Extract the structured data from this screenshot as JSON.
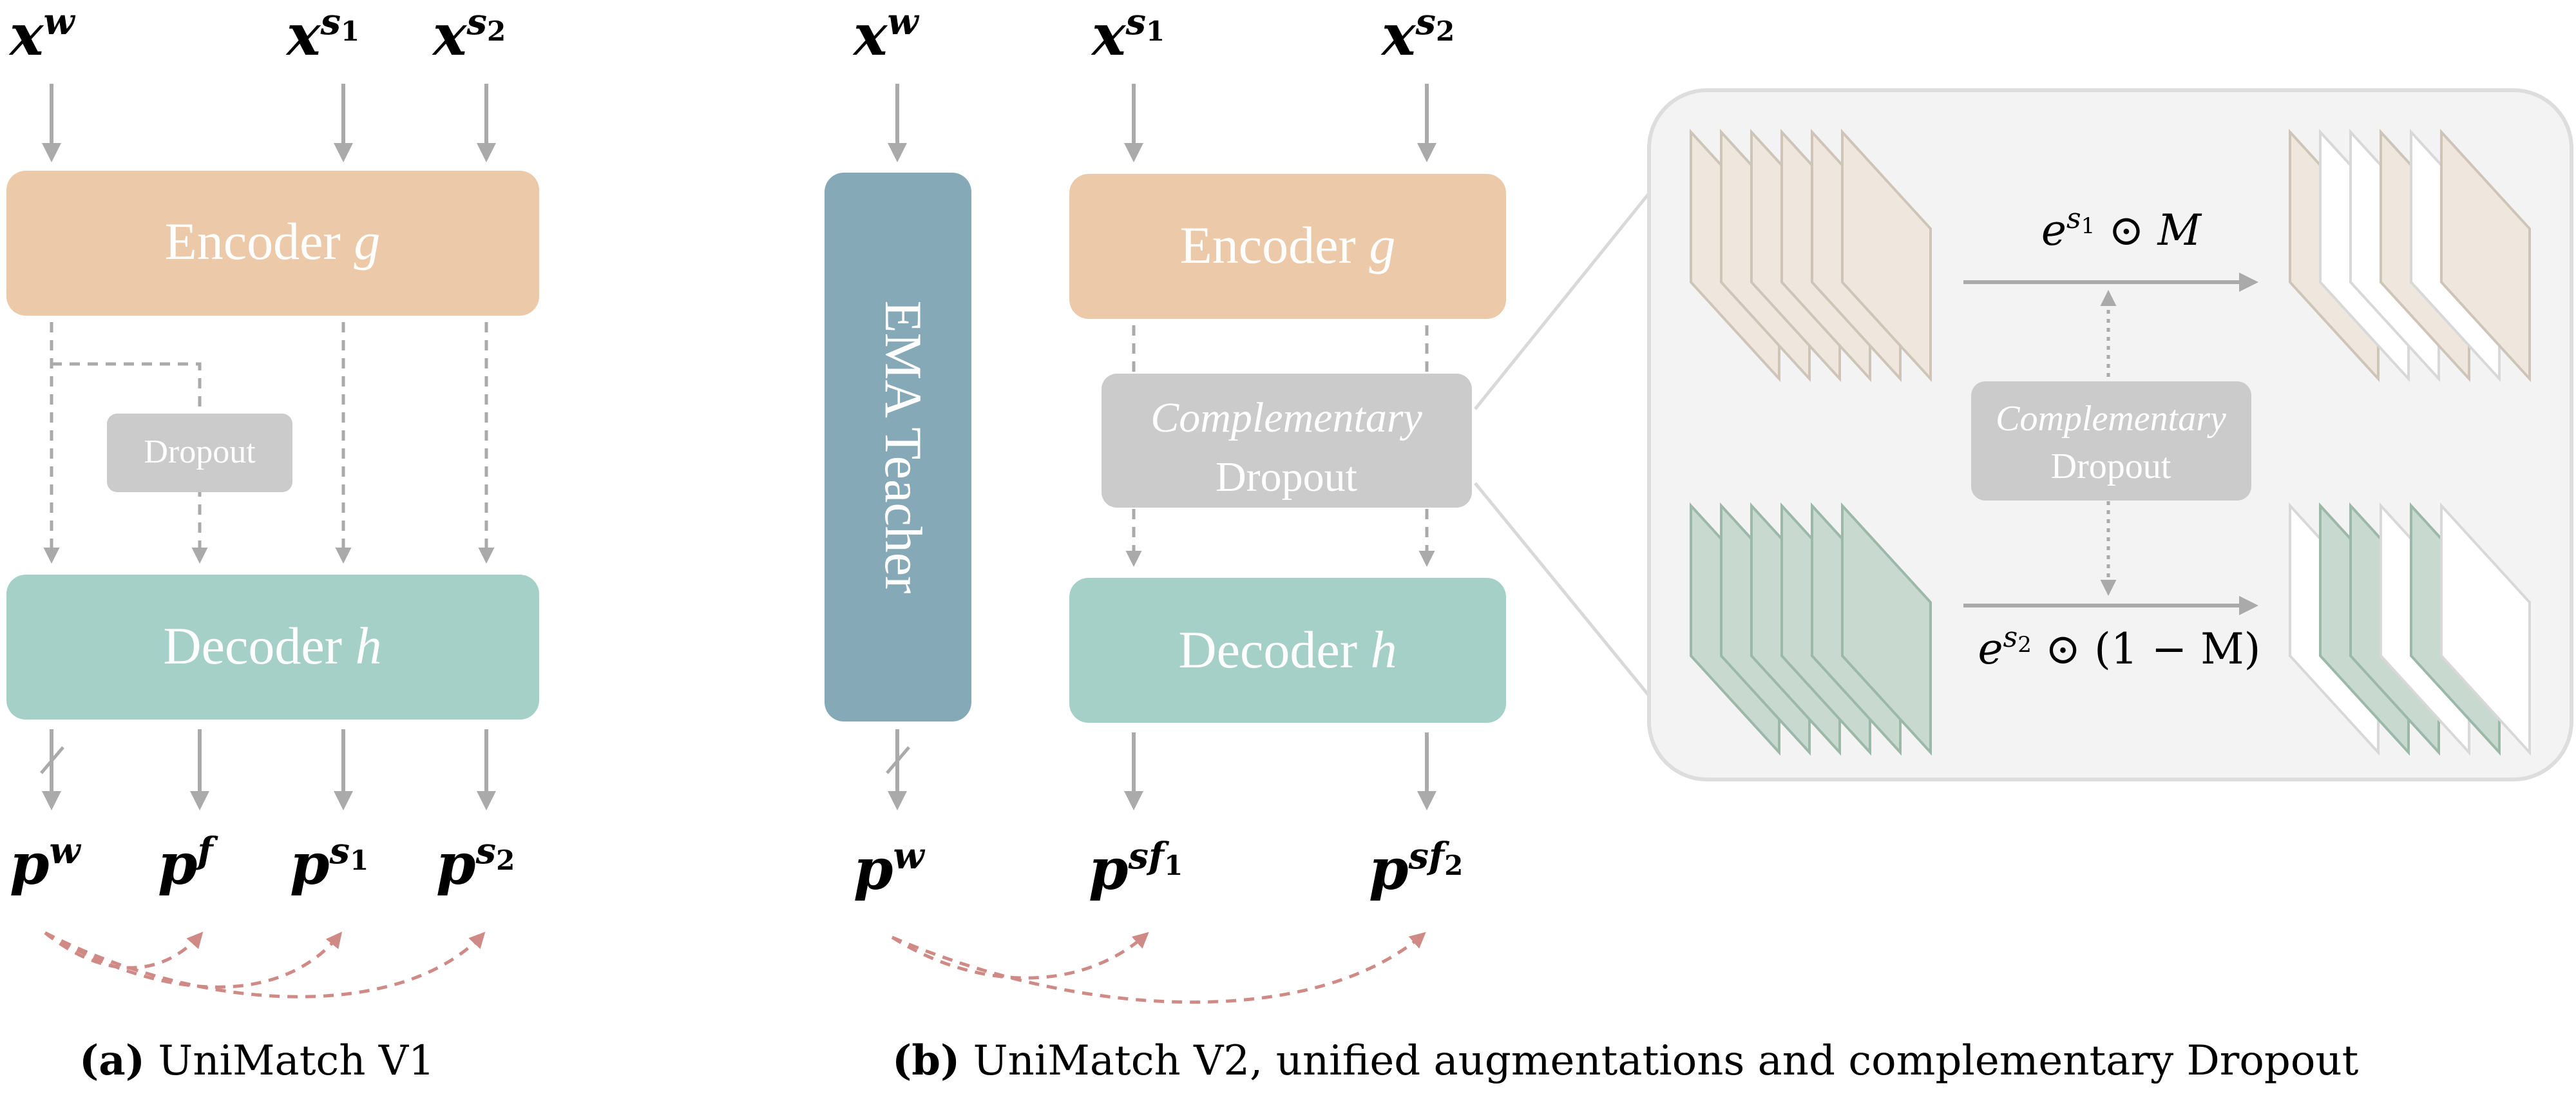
{
  "colors": {
    "encoder": "#ecc9a8",
    "decoder": "#a5d0c8",
    "teacher": "#86a9b8",
    "dropout": "#cbcbcb",
    "arrow": "#aaaaaa",
    "pairing": "#d08a86",
    "panel": "#f3f3f3",
    "feat_top": "#efe6dd",
    "feat_bottom": "#c8d9cf"
  },
  "v1": {
    "inputs": {
      "w_base": "x",
      "w_sup": "w",
      "s1_base": "x",
      "s1_sup": "s",
      "s1_sub": "1",
      "s2_base": "x",
      "s2_sup": "s",
      "s2_sub": "2"
    },
    "encoder_label": "Encoder",
    "encoder_var": "g",
    "dropout_label": "Dropout",
    "decoder_label": "Decoder",
    "decoder_var": "h",
    "outputs": {
      "w_base": "p",
      "w_sup": "w",
      "f_base": "p",
      "f_sup": "f",
      "s1_base": "p",
      "s1_sup": "s",
      "s1_sub": "1",
      "s2_base": "p",
      "s2_sup": "s",
      "s2_sub": "2"
    },
    "caption_tag": "(a)",
    "caption_text": " UniMatch V1"
  },
  "v2": {
    "inputs": {
      "w_base": "x",
      "w_sup": "w",
      "s1_base": "x",
      "s1_sup": "s",
      "s1_sub": "1",
      "s2_base": "x",
      "s2_sup": "s",
      "s2_sub": "2"
    },
    "teacher_label": "EMA Teacher",
    "encoder_label": "Encoder",
    "encoder_var": "g",
    "comp_dropout_line1": "Complementary",
    "comp_dropout_line2": "Dropout",
    "decoder_label": "Decoder",
    "decoder_var": "h",
    "outputs": {
      "w_base": "p",
      "w_sup": "w",
      "sf1_base": "p",
      "sf1_sup": "sf",
      "sf1_sub": "1",
      "sf2_base": "p",
      "sf2_sup": "sf",
      "sf2_sub": "2"
    },
    "caption_tag": "(b)",
    "caption_text": " UniMatch V2, unified augmentations and complementary Dropout"
  },
  "zoom": {
    "top_formula_e": "e",
    "top_formula_sup": "s",
    "top_formula_sub": "1",
    "top_formula_rest": " ⊙ M",
    "bottom_formula_e": "e",
    "bottom_formula_sup": "s",
    "bottom_formula_sub": "2",
    "bottom_formula_rest": " ⊙ (1 − M)",
    "comp_line1": "Complementary",
    "comp_line2": "Dropout"
  }
}
